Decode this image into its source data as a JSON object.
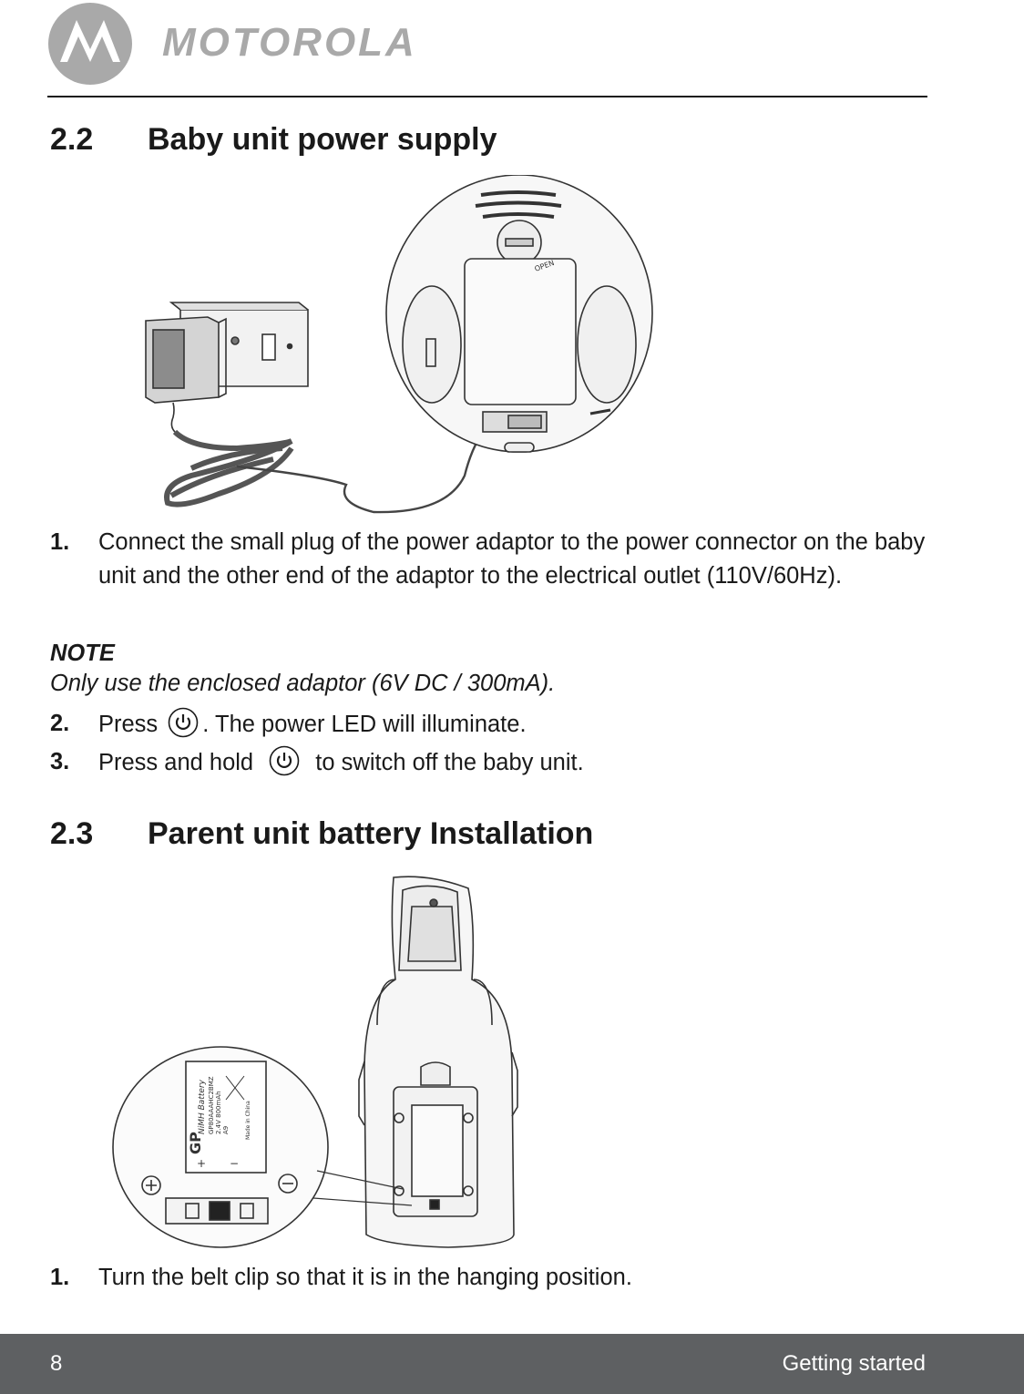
{
  "brand": {
    "wordmark": "MOTOROLA",
    "logo_icon": "motorola-batwing-logo"
  },
  "section_2_2": {
    "number": "2.2",
    "title": "Baby unit power supply",
    "figure": {
      "adapter_label": "OPEN",
      "icons": [
        "power-adapter-icon",
        "wall-socket-icon",
        "baby-unit-back-icon"
      ]
    },
    "steps": [
      {
        "num": "1.",
        "text": "Connect the small plug of the power adaptor to the power connector on the baby unit and the other end of the adaptor to the electrical outlet (110V/60Hz)."
      },
      {
        "num": "2.",
        "before": "Press",
        "after": ". The power LED will illuminate."
      },
      {
        "num": "3.",
        "before": "Press and hold",
        "after": "to switch off the baby unit."
      }
    ],
    "note": {
      "label": "NOTE",
      "text": "Only use the enclosed adaptor (6V DC / 300mA)."
    }
  },
  "section_2_3": {
    "number": "2.3",
    "title": "Parent unit battery Installation",
    "figure": {
      "battery_brand": "GP",
      "battery_type": "NiMH Battery",
      "battery_model": "GP80AAAHC2BMZ",
      "battery_spec": "2.4V  800mAh",
      "battery_code": "A9",
      "battery_origin": "Made in China",
      "plus_sign": "+",
      "minus_sign": "−",
      "icons": [
        "parent-unit-back-icon",
        "battery-pack-icon",
        "zoom-inset-icon"
      ]
    },
    "steps": [
      {
        "num": "1.",
        "text": "Turn the belt clip so that it is in the hanging position."
      }
    ]
  },
  "footer": {
    "page_number": "8",
    "section_name": "Getting started"
  },
  "colors": {
    "text": "#1a1a1a",
    "logo_gray": "#a9a9a9",
    "footer_bg": "#5e6062",
    "footer_text": "#ffffff"
  }
}
